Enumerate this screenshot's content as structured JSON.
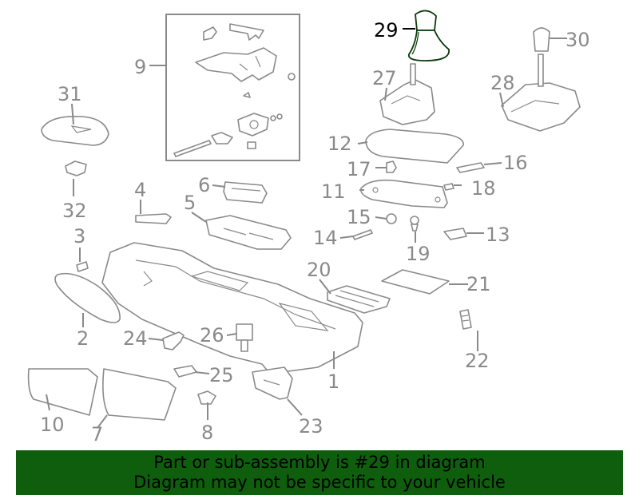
{
  "diagram": {
    "highlight_color": "#1f6e1f",
    "callouts": [
      {
        "id": "c1",
        "label": "1"
      },
      {
        "id": "c2",
        "label": "2"
      },
      {
        "id": "c3",
        "label": "3"
      },
      {
        "id": "c4",
        "label": "4"
      },
      {
        "id": "c5",
        "label": "5"
      },
      {
        "id": "c6",
        "label": "6"
      },
      {
        "id": "c7",
        "label": "7"
      },
      {
        "id": "c8",
        "label": "8"
      },
      {
        "id": "c9",
        "label": "9"
      },
      {
        "id": "c10",
        "label": "10"
      },
      {
        "id": "c11",
        "label": "11"
      },
      {
        "id": "c12",
        "label": "12"
      },
      {
        "id": "c13",
        "label": "13"
      },
      {
        "id": "c14",
        "label": "14"
      },
      {
        "id": "c15",
        "label": "15"
      },
      {
        "id": "c16",
        "label": "16"
      },
      {
        "id": "c17",
        "label": "17"
      },
      {
        "id": "c18",
        "label": "18"
      },
      {
        "id": "c19",
        "label": "19"
      },
      {
        "id": "c20",
        "label": "20"
      },
      {
        "id": "c21",
        "label": "21"
      },
      {
        "id": "c22",
        "label": "22"
      },
      {
        "id": "c23",
        "label": "23"
      },
      {
        "id": "c24",
        "label": "24"
      },
      {
        "id": "c25",
        "label": "25"
      },
      {
        "id": "c26",
        "label": "26"
      },
      {
        "id": "c27",
        "label": "27"
      },
      {
        "id": "c28",
        "label": "28"
      },
      {
        "id": "c29",
        "label": "29"
      },
      {
        "id": "c30",
        "label": "30"
      },
      {
        "id": "c31",
        "label": "31"
      },
      {
        "id": "c32",
        "label": "32"
      }
    ]
  },
  "banner": {
    "line1": "Part or sub-assembly is #29 in diagram",
    "line2": "Diagram may not be specific to your vehicle",
    "background": "#0e5e0e"
  }
}
